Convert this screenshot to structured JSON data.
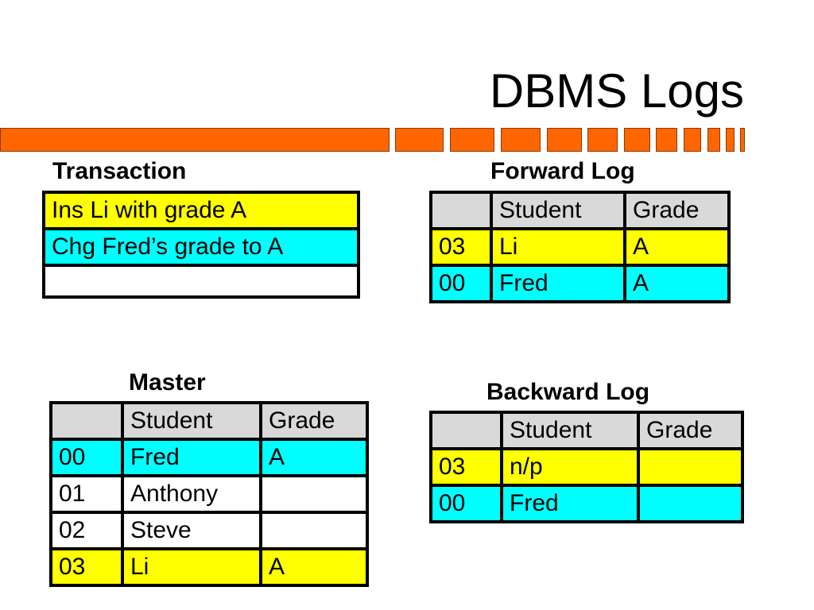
{
  "slide": {
    "title": "DBMS Logs",
    "accent_color": "#ff6600"
  },
  "transaction": {
    "caption": "Transaction",
    "rows": [
      {
        "text": "Ins Li with grade A",
        "color": "#ffff00"
      },
      {
        "text": "Chg Fred’s grade to A",
        "color": "#00ffff"
      },
      {
        "text": "",
        "color": "#ffffff"
      }
    ]
  },
  "forward_log": {
    "caption": "Forward Log",
    "headers": [
      "",
      "Student",
      "Grade"
    ],
    "rows": [
      {
        "cells": [
          "03",
          "Li",
          "A"
        ],
        "color": "#ffff00"
      },
      {
        "cells": [
          "00",
          "Fred",
          "A"
        ],
        "color": "#00ffff"
      }
    ]
  },
  "master": {
    "caption": "Master",
    "headers": [
      "",
      "Student",
      "Grade"
    ],
    "rows": [
      {
        "cells": [
          "00",
          "Fred",
          "A"
        ],
        "color": "#00ffff"
      },
      {
        "cells": [
          "01",
          "Anthony",
          ""
        ],
        "color": "#ffffff"
      },
      {
        "cells": [
          "02",
          "Steve",
          ""
        ],
        "color": "#ffffff"
      },
      {
        "cells": [
          "03",
          "Li",
          "A"
        ],
        "color": "#ffff00"
      }
    ]
  },
  "backward_log": {
    "caption": "Backward Log",
    "headers": [
      "",
      "Student",
      "Grade"
    ],
    "rows": [
      {
        "cells": [
          "03",
          "n/p",
          ""
        ],
        "color": "#ffff00"
      },
      {
        "cells": [
          "00",
          "Fred",
          ""
        ],
        "color": "#00ffff"
      }
    ]
  }
}
